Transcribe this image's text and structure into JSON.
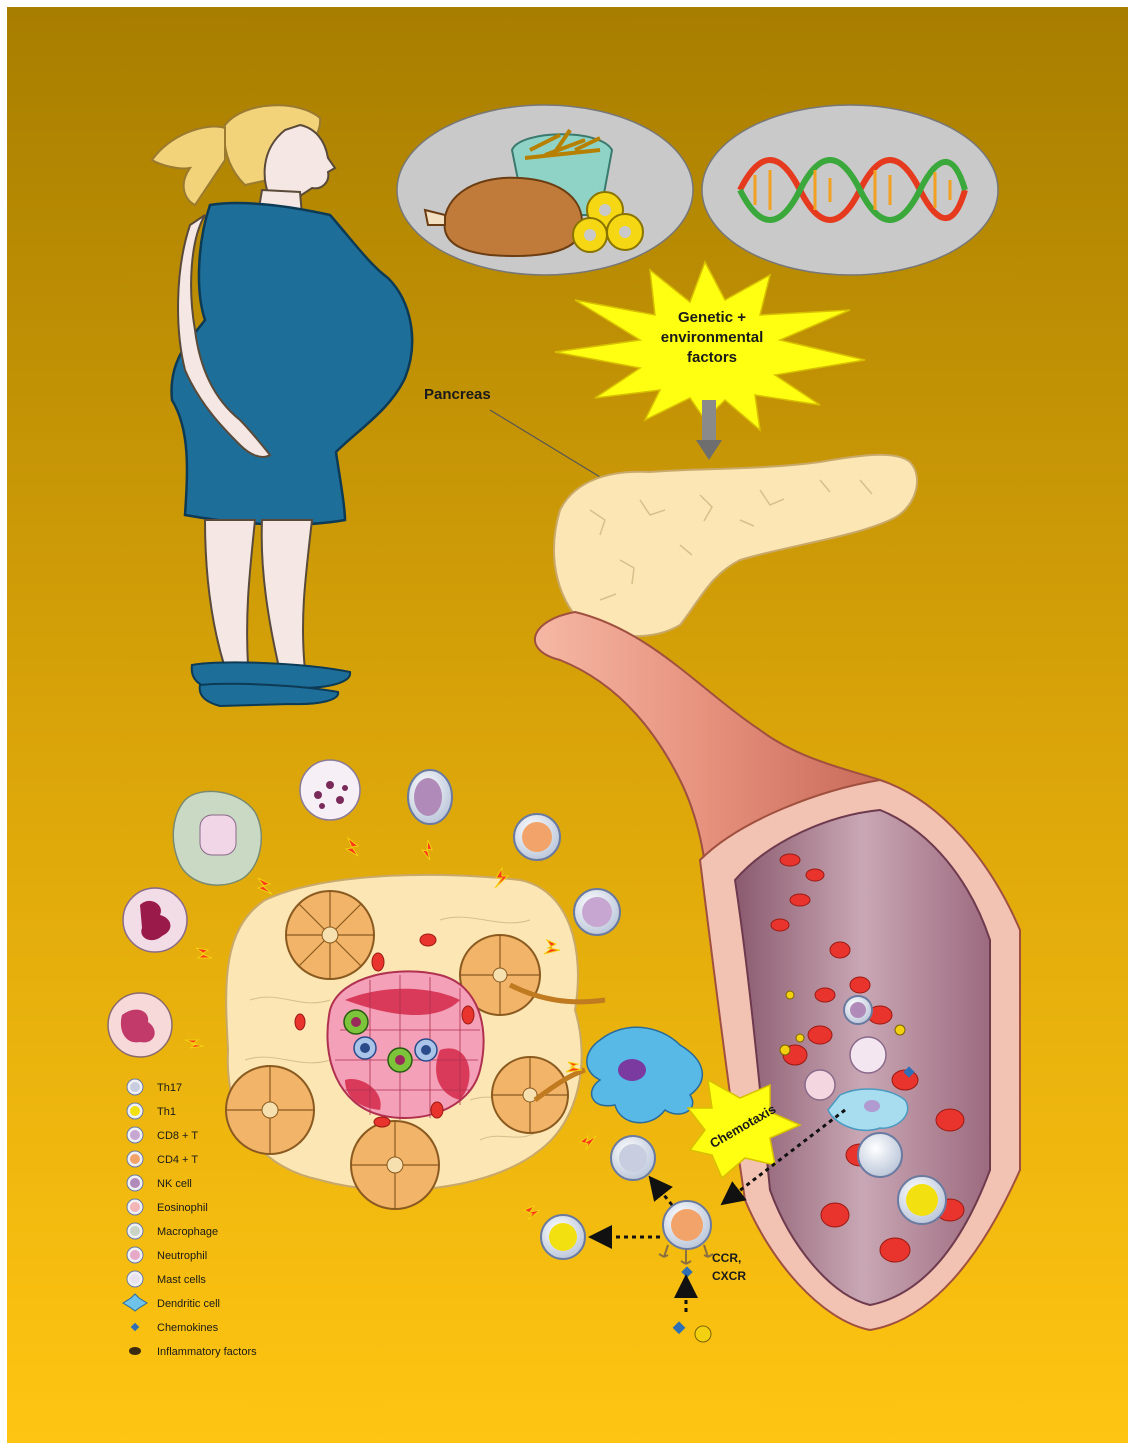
{
  "labels": {
    "factors_line1": "Genetic +",
    "factors_line2": "environmental",
    "factors_line3": "factors",
    "pancreas": "Pancreas",
    "chemotaxis": "Chemotaxis",
    "receptor_line1": "CCR,",
    "receptor_line2": "CXCR"
  },
  "legend": [
    {
      "label": "Th17",
      "icon": "th17-cell-icon",
      "color": "#c9cde0"
    },
    {
      "label": "Th1",
      "icon": "th1-cell-icon",
      "color": "#f3e010"
    },
    {
      "label": "CD8 + T",
      "icon": "cd8-t-cell-icon",
      "color": "#c7a6d1"
    },
    {
      "label": "CD4 + T",
      "icon": "cd4-t-cell-icon",
      "color": "#f2a36a"
    },
    {
      "label": "NK cell",
      "icon": "nk-cell-icon",
      "color": "#b08ab8"
    },
    {
      "label": "Eosinophil",
      "icon": "eosinophil-icon",
      "color": "#f2b5b8"
    },
    {
      "label": "Macrophage",
      "icon": "macrophage-icon",
      "color": "#c9d4c4"
    },
    {
      "label": "Neutrophil",
      "icon": "neutrophil-icon",
      "color": "#e7a8c7"
    },
    {
      "label": "Mast cells",
      "icon": "mast-cell-icon",
      "color": "#e9e3f0"
    },
    {
      "label": "Dendritic cell",
      "icon": "dendritic-cell-icon",
      "color": "#6fc3e8"
    },
    {
      "label": "Chemokines",
      "icon": "chemokine-icon",
      "color": "#2f6fb5"
    },
    {
      "label": "Inflammatory factors",
      "icon": "inflammatory-factor-icon",
      "color": "#3a2a10"
    }
  ],
  "colors": {
    "background_top": "#a97f00",
    "background_bottom": "#ffc30f",
    "starburst": "#ffff12",
    "dress": "#1e6e9a",
    "pancreas": "#fbe6b4",
    "vessel_wall": "#e9a08f",
    "islet_red": "#d93a5a"
  }
}
